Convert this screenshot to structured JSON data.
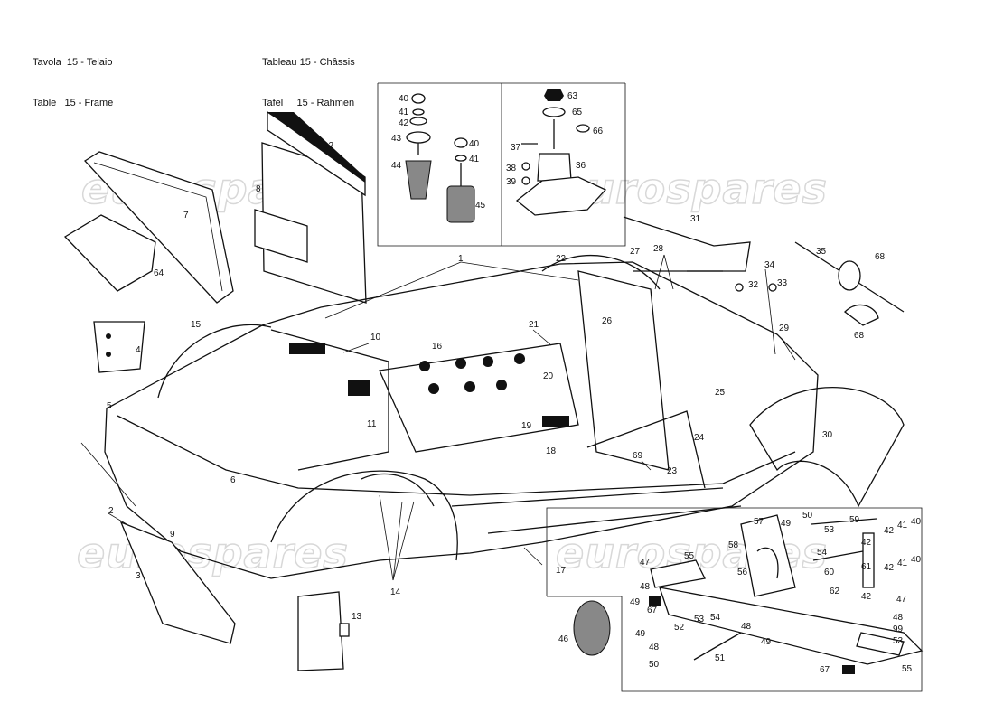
{
  "header": {
    "left": [
      "Tavola  15 - Telaio",
      "Table   15 - Frame"
    ],
    "right": [
      "Tableau 15 - Châssis",
      "Tafel     15 - Rahmen"
    ]
  },
  "watermark": "eurospares",
  "part_labels": [
    {
      "id": "p1",
      "text": "1"
    },
    {
      "id": "p2",
      "text": "2"
    },
    {
      "id": "p3",
      "text": "3"
    },
    {
      "id": "p4",
      "text": "4"
    },
    {
      "id": "p5",
      "text": "5"
    },
    {
      "id": "p6",
      "text": "6"
    },
    {
      "id": "p7",
      "text": "7"
    },
    {
      "id": "p8",
      "text": "8"
    },
    {
      "id": "p9",
      "text": "9"
    },
    {
      "id": "p10",
      "text": "10"
    },
    {
      "id": "p11",
      "text": "11"
    },
    {
      "id": "p12",
      "text": "12"
    },
    {
      "id": "p13",
      "text": "13"
    },
    {
      "id": "p14",
      "text": "14"
    },
    {
      "id": "p15",
      "text": "15"
    },
    {
      "id": "p16",
      "text": "16"
    },
    {
      "id": "p17",
      "text": "17"
    },
    {
      "id": "p18",
      "text": "18"
    },
    {
      "id": "p19",
      "text": "19"
    },
    {
      "id": "p20",
      "text": "20"
    },
    {
      "id": "p21",
      "text": "21"
    },
    {
      "id": "p22",
      "text": "22"
    },
    {
      "id": "p23",
      "text": "23"
    },
    {
      "id": "p24",
      "text": "24"
    },
    {
      "id": "p25",
      "text": "25"
    },
    {
      "id": "p26",
      "text": "26"
    },
    {
      "id": "p27",
      "text": "27"
    },
    {
      "id": "p28",
      "text": "28"
    },
    {
      "id": "p29",
      "text": "29"
    },
    {
      "id": "p30",
      "text": "30"
    },
    {
      "id": "p31",
      "text": "31"
    },
    {
      "id": "p32",
      "text": "32"
    },
    {
      "id": "p33",
      "text": "33"
    },
    {
      "id": "p34",
      "text": "34"
    },
    {
      "id": "p35",
      "text": "35"
    },
    {
      "id": "p36",
      "text": "36"
    },
    {
      "id": "p37",
      "text": "37"
    },
    {
      "id": "p38",
      "text": "38"
    },
    {
      "id": "p39",
      "text": "39"
    },
    {
      "id": "p40a",
      "text": "40"
    },
    {
      "id": "p41a",
      "text": "41"
    },
    {
      "id": "p42a",
      "text": "42"
    },
    {
      "id": "p43",
      "text": "43"
    },
    {
      "id": "p44",
      "text": "44"
    },
    {
      "id": "p40b",
      "text": "40"
    },
    {
      "id": "p41b",
      "text": "41"
    },
    {
      "id": "p45",
      "text": "45"
    },
    {
      "id": "p63",
      "text": "63"
    },
    {
      "id": "p65",
      "text": "65"
    },
    {
      "id": "p66",
      "text": "66"
    },
    {
      "id": "p64",
      "text": "64"
    },
    {
      "id": "p68a",
      "text": "68"
    },
    {
      "id": "p68b",
      "text": "68"
    },
    {
      "id": "p46",
      "text": "46"
    },
    {
      "id": "p47a",
      "text": "47"
    },
    {
      "id": "p48a",
      "text": "48"
    },
    {
      "id": "p49a",
      "text": "49"
    },
    {
      "id": "p67a",
      "text": "67"
    },
    {
      "id": "p52",
      "text": "52"
    },
    {
      "id": "p53a",
      "text": "53"
    },
    {
      "id": "p54a",
      "text": "54"
    },
    {
      "id": "p48b",
      "text": "48"
    },
    {
      "id": "p49b",
      "text": "49"
    },
    {
      "id": "p51",
      "text": "51"
    },
    {
      "id": "p49c",
      "text": "49"
    },
    {
      "id": "p48c",
      "text": "48"
    },
    {
      "id": "p50a",
      "text": "50"
    },
    {
      "id": "p55a",
      "text": "55"
    },
    {
      "id": "p57",
      "text": "57"
    },
    {
      "id": "p58",
      "text": "58"
    },
    {
      "id": "p56",
      "text": "56"
    },
    {
      "id": "p49d",
      "text": "49"
    },
    {
      "id": "p50b",
      "text": "50"
    },
    {
      "id": "p53b",
      "text": "53"
    },
    {
      "id": "p54b",
      "text": "54"
    },
    {
      "id": "p59",
      "text": "59"
    },
    {
      "id": "p60",
      "text": "60"
    },
    {
      "id": "p42b",
      "text": "42"
    },
    {
      "id": "p41c",
      "text": "41"
    },
    {
      "id": "p40c",
      "text": "40"
    },
    {
      "id": "p42c",
      "text": "42"
    },
    {
      "id": "p61",
      "text": "61"
    },
    {
      "id": "p42d",
      "text": "42"
    },
    {
      "id": "p41d",
      "text": "41"
    },
    {
      "id": "p40d",
      "text": "40"
    },
    {
      "id": "p42e",
      "text": "42"
    },
    {
      "id": "p62",
      "text": "62"
    },
    {
      "id": "p47b",
      "text": "47"
    },
    {
      "id": "p48d",
      "text": "48"
    },
    {
      "id": "p99",
      "text": "99"
    },
    {
      "id": "p53c",
      "text": "53"
    },
    {
      "id": "p67b",
      "text": "67"
    },
    {
      "id": "p55b",
      "text": "55"
    },
    {
      "id": "p69",
      "text": "69"
    }
  ]
}
